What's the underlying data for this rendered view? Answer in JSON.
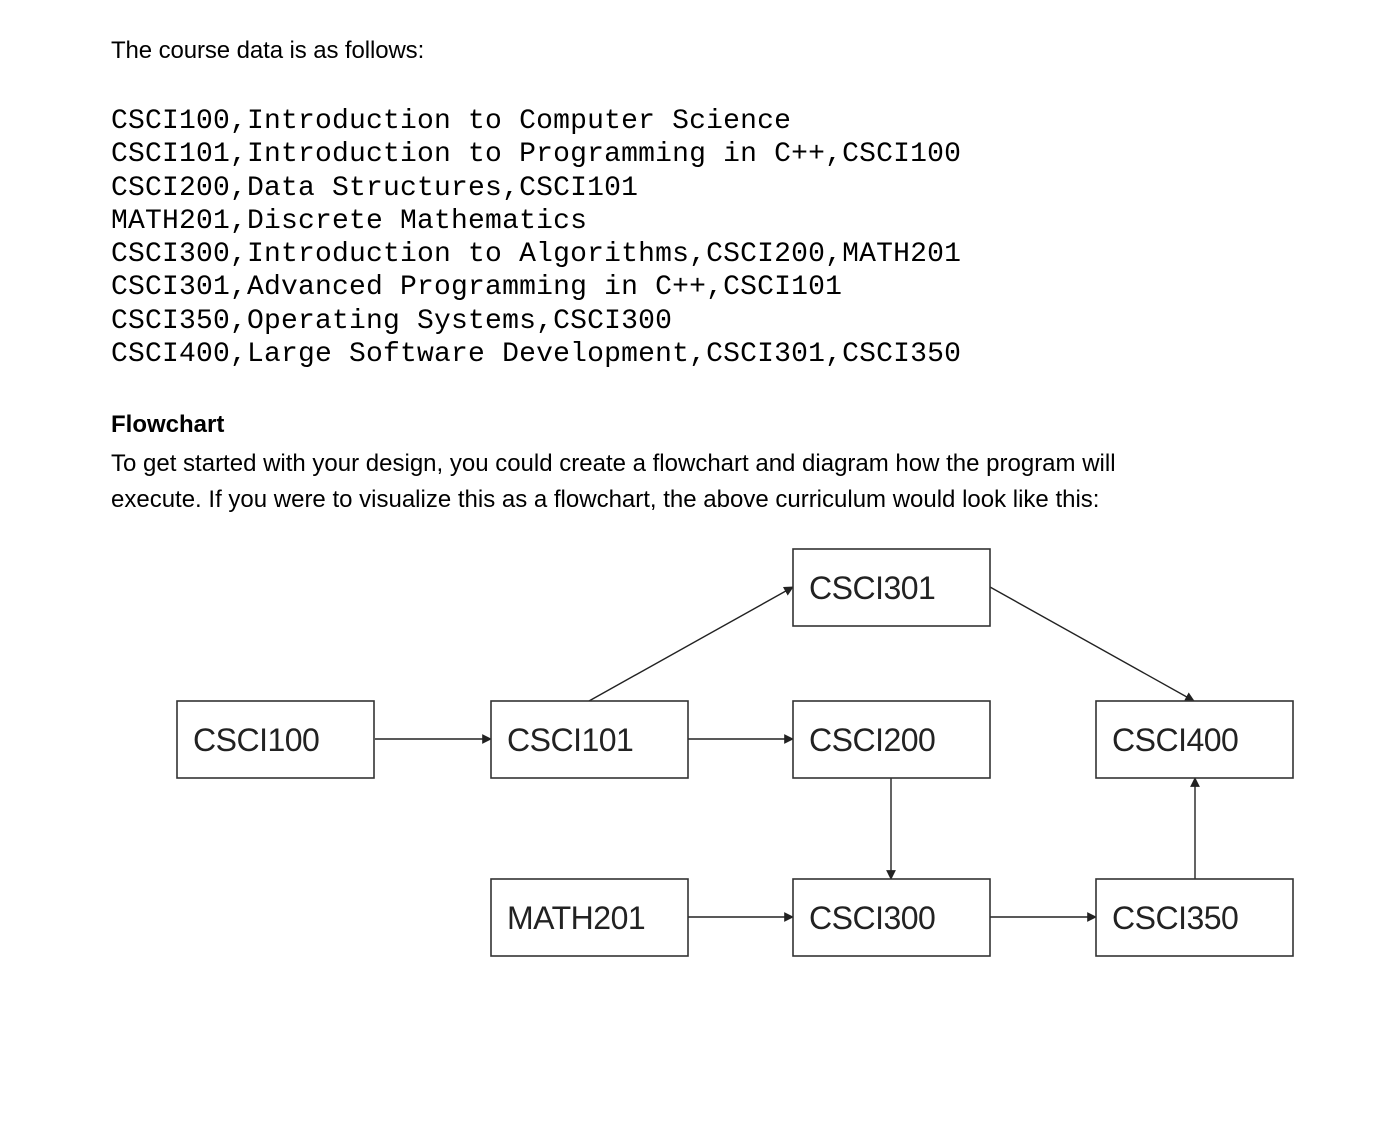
{
  "intro": {
    "text": "The course data is as follows:"
  },
  "course_data_lines": [
    "CSCI100,Introduction to Computer Science",
    "CSCI101,Introduction to Programming in C++,CSCI100",
    "CSCI200,Data Structures,CSCI101",
    "MATH201,Discrete Mathematics",
    "CSCI300,Introduction to Algorithms,CSCI200,MATH201",
    "CSCI301,Advanced Programming in C++,CSCI101",
    "CSCI350,Operating Systems,CSCI300",
    "CSCI400,Large Software Development,CSCI301,CSCI350"
  ],
  "flowchart_section": {
    "title": "Flowchart",
    "paragraph_line1": "To get started with your design, you could create a flowchart and diagram how the program will",
    "paragraph_line2": "execute. If you were to visualize this as a flowchart, the above curriculum would look like this:"
  },
  "flowchart": {
    "nodes": [
      {
        "id": "CSCI100",
        "label": "CSCI100"
      },
      {
        "id": "CSCI101",
        "label": "CSCI101"
      },
      {
        "id": "CSCI200",
        "label": "CSCI200"
      },
      {
        "id": "CSCI301",
        "label": "CSCI301"
      },
      {
        "id": "CSCI400",
        "label": "CSCI400"
      },
      {
        "id": "MATH201",
        "label": "MATH201"
      },
      {
        "id": "CSCI300",
        "label": "CSCI300"
      },
      {
        "id": "CSCI350",
        "label": "CSCI350"
      }
    ],
    "edges": [
      {
        "from": "CSCI100",
        "to": "CSCI101"
      },
      {
        "from": "CSCI101",
        "to": "CSCI200"
      },
      {
        "from": "CSCI101",
        "to": "CSCI301"
      },
      {
        "from": "CSCI301",
        "to": "CSCI400"
      },
      {
        "from": "CSCI200",
        "to": "CSCI300"
      },
      {
        "from": "MATH201",
        "to": "CSCI300"
      },
      {
        "from": "CSCI300",
        "to": "CSCI350"
      },
      {
        "from": "CSCI350",
        "to": "CSCI400"
      }
    ]
  }
}
